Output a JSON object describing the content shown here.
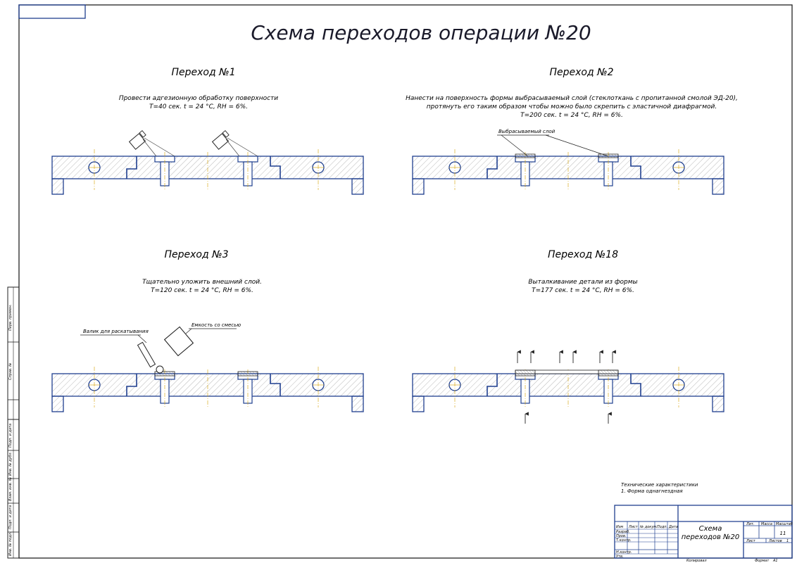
{
  "title": "Схема переходов операции №20",
  "steps": [
    {
      "heading": "Переход №1",
      "lines": [
        "Провести адгезионную обработку поверхности",
        "T=40 сек. t = 24 °С, RH = 6%."
      ]
    },
    {
      "heading": "Переход №2",
      "lines": [
        "Нанести на поверхность формы выбрасываемый слой (стеклоткань с пропитанной смолой ЭД-20),",
        "протянуть его таким образом чтобы можно было скрепить с эластичной диафрагмой.",
        "T=200 сек. t = 24 °С, RH = 6%."
      ],
      "callout": "Выбрасываемый слой"
    },
    {
      "heading": "Переход №3",
      "lines": [
        "Тщательно уложить внешний слой.",
        "T=120 сек. t = 24 °С, RH = 6%."
      ],
      "callouts": [
        "Валик для раскатывания",
        "Емкость со смесью"
      ]
    },
    {
      "heading": "Переход №18",
      "lines": [
        "Выталкивание детали из формы",
        "T=177 сек. t = 24 °С, RH = 6%."
      ]
    }
  ],
  "tech": {
    "heading": "Технические характеристики",
    "line1": "1. Форма однагнездная"
  },
  "stamp": {
    "name_line1": "Схема",
    "name_line2": "переходов №20",
    "cols": [
      "Изм",
      "Лист",
      "№ докум.",
      "Подп.",
      "Дата"
    ],
    "roles": [
      "Разраб.",
      "Пров.",
      "Т.контр.",
      "Н.контр.",
      "Утв."
    ],
    "lit_label": "Лит.",
    "mass_label": "Масса",
    "scale_label": "Масштаб",
    "scale_value": "11",
    "sheet_label": "Лист",
    "sheets_label": "Листов",
    "sheets_value": "1",
    "copied": "Копировал",
    "format": "Формат",
    "format_value": "А1"
  },
  "side_labels": [
    "Перв. примен.",
    "Справ. №",
    "Подп. и дата",
    "Инв. № дубл.",
    "Взам. инв. №",
    "Подп. и дата",
    "Инв. № подл."
  ]
}
